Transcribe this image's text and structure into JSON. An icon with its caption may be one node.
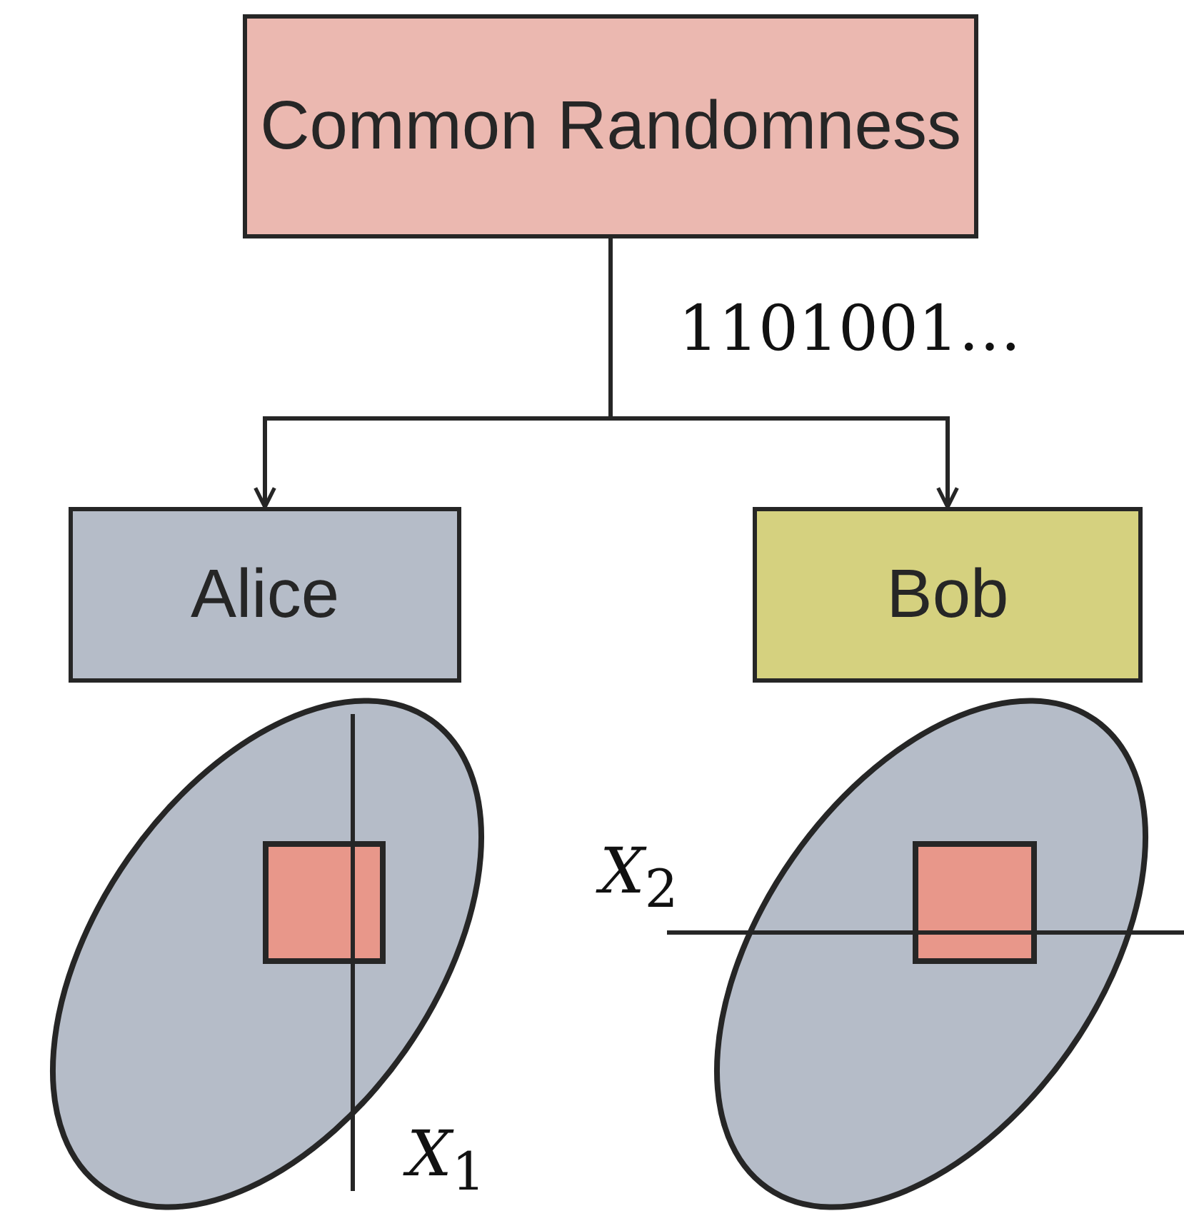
{
  "diagram": {
    "nodes": [
      {
        "text": [
          "Common Randomness"
        ]
      },
      {
        "text": [
          "Alice"
        ]
      },
      {
        "text": [
          "Bob"
        ]
      }
    ],
    "edges": [
      {
        "from": 0,
        "to": 1,
        "arrow": "to"
      },
      {
        "from": 0,
        "to": 2,
        "arrow": "to"
      }
    ],
    "labels": [
      "1101001…",
      "*X*$_{2}$",
      "*X*$_{1}$"
    ]
  }
}
